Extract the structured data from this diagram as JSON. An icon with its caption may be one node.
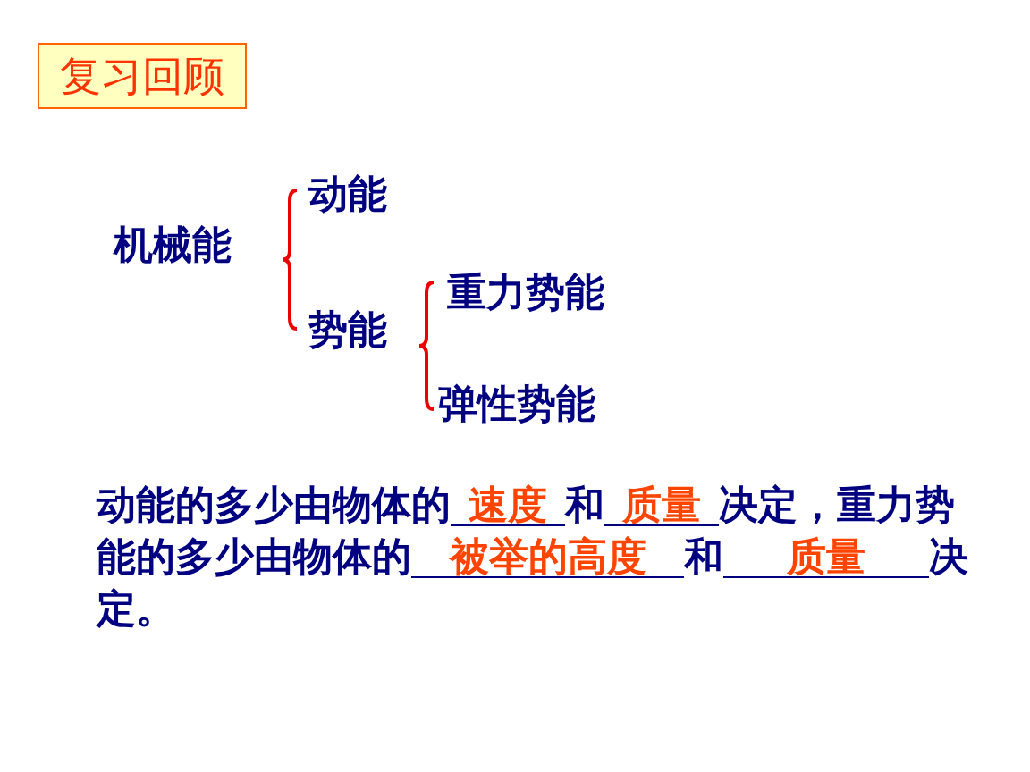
{
  "diagram": {
    "title": "复习回顾",
    "nodes": [
      {
        "text": [
          "机械能"
        ]
      },
      {
        "text": [
          "动能"
        ]
      },
      {
        "text": [
          "势能"
        ]
      },
      {
        "text": [
          "重力势能"
        ]
      },
      {
        "text": [
          "弹性势能"
        ]
      }
    ],
    "labels": [
      "动能的多少由物体的",
      "速度",
      "和",
      "质量",
      "决定，重力势能的多少由物体的",
      "被举的高度",
      "和",
      "质量",
      "决定。"
    ]
  }
}
